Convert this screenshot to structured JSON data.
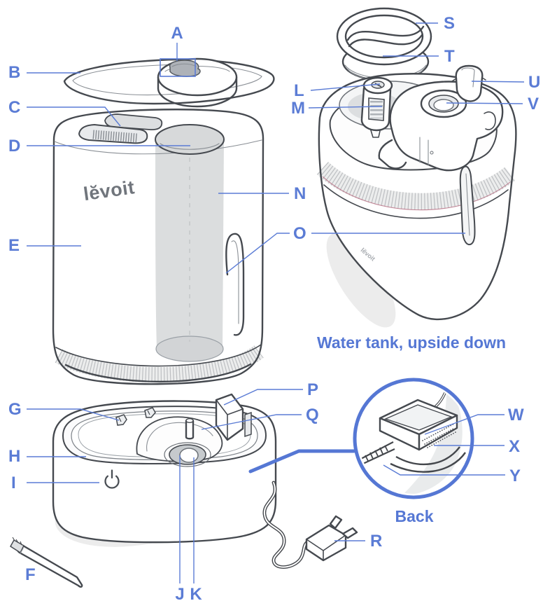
{
  "labels": {
    "A": "A",
    "B": "B",
    "C": "C",
    "D": "D",
    "E": "E",
    "F": "F",
    "G": "G",
    "H": "H",
    "I": "I",
    "J": "J",
    "K": "K",
    "L": "L",
    "M": "M",
    "N": "N",
    "O": "O",
    "P": "P",
    "Q": "Q",
    "R": "R",
    "S": "S",
    "T": "T",
    "U": "U",
    "V": "V",
    "W": "W",
    "X": "X",
    "Y": "Y"
  },
  "captions": {
    "water_tank": "Water tank, upside down",
    "back": "Back"
  },
  "logos": {
    "body": "lĕvoit",
    "tank": "lĕvoit"
  },
  "icons": {
    "power_button": "power-symbol"
  },
  "colors": {
    "label_blue": "#5b7cd5",
    "callout_blue": "#5577d4",
    "line_dark": "#45494f",
    "shade_gray": "#d7d9da",
    "shadow_gray": "#ececec"
  }
}
